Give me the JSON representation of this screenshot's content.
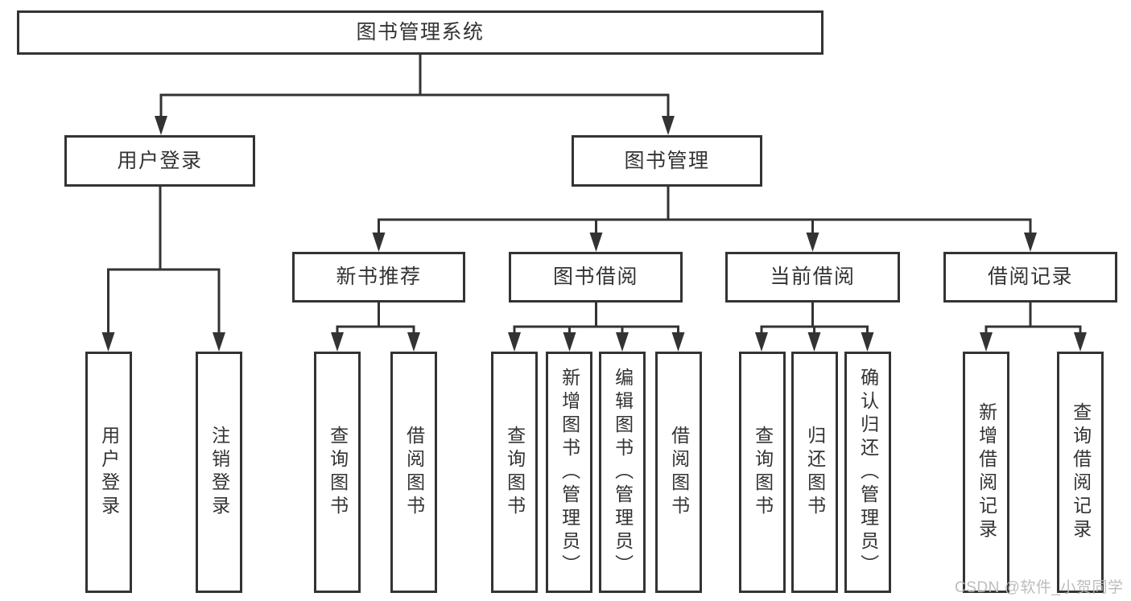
{
  "root": {
    "label": "图书管理系统"
  },
  "branches": [
    {
      "label": "用户登录",
      "children": [
        {
          "label": "用户登录"
        },
        {
          "label": "注销登录"
        }
      ]
    },
    {
      "label": "图书管理",
      "children": [
        {
          "label": "新书推荐",
          "children": [
            {
              "label": "查询图书"
            },
            {
              "label": "借阅图书"
            }
          ]
        },
        {
          "label": "图书借阅",
          "children": [
            {
              "label": "查询图书"
            },
            {
              "label": "新增图书（管理员）"
            },
            {
              "label": "编辑图书（管理员）"
            },
            {
              "label": "借阅图书"
            }
          ]
        },
        {
          "label": "当前借阅",
          "children": [
            {
              "label": "查询图书"
            },
            {
              "label": "归还图书"
            },
            {
              "label": "确认归还（管理员）"
            }
          ]
        },
        {
          "label": "借阅记录",
          "children": [
            {
              "label": "新增借阅记录"
            },
            {
              "label": "查询借阅记录"
            }
          ]
        }
      ]
    }
  ],
  "watermark": {
    "text": "CSDN @软件_小贺同学"
  },
  "colors": {
    "line": "#333333",
    "box_border": "#333333",
    "text": "#333333",
    "watermark": "#b9b9b9",
    "background": "#ffffff"
  }
}
